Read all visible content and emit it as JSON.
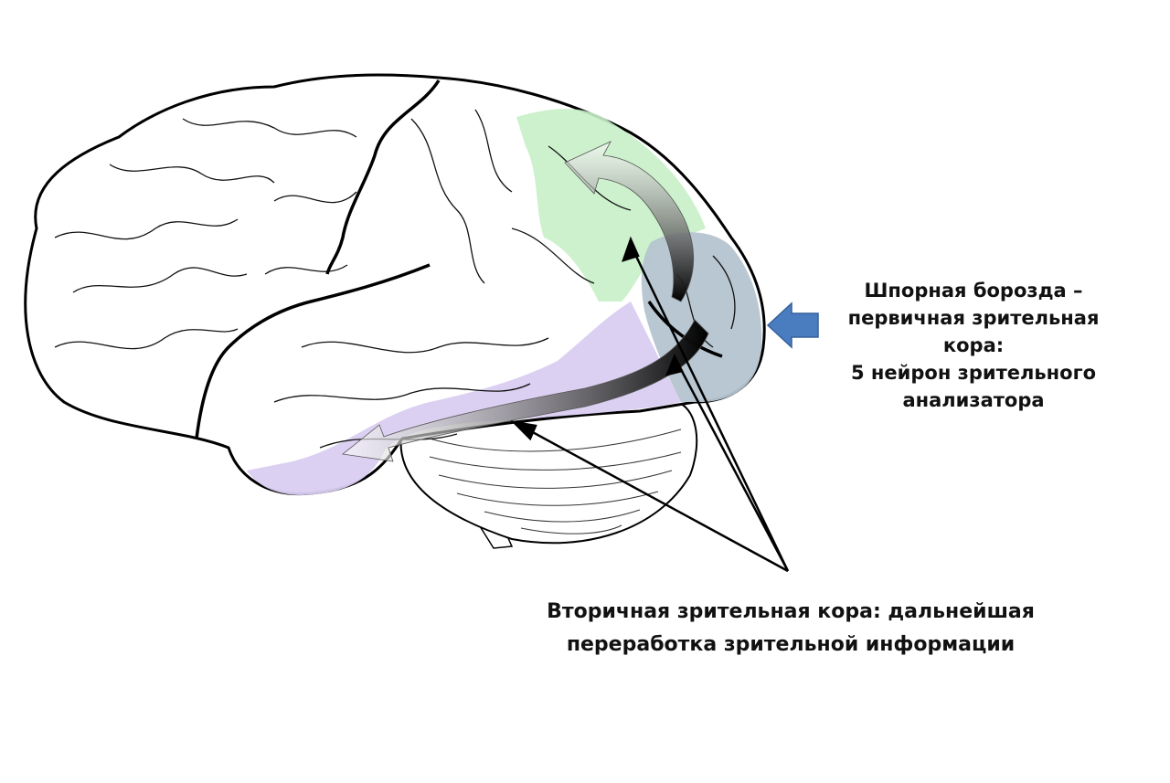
{
  "colors": {
    "secondary_parietal": "#c6f0c6",
    "secondary_temporal": "#d9cdf0",
    "primary_visual": "#b4c4cf",
    "pointer_arrow": "#4a7cc0",
    "outline": "#000000"
  },
  "labels": {
    "primary": {
      "lines": [
        "Шпорная борозда –",
        "первичная зрительная",
        "кора:",
        "5 нейрон зрительного",
        "анализатора"
      ]
    },
    "secondary": {
      "lines": [
        "Вторичная зрительная кора: дальнейшая",
        "переработка зрительной информации"
      ]
    }
  }
}
